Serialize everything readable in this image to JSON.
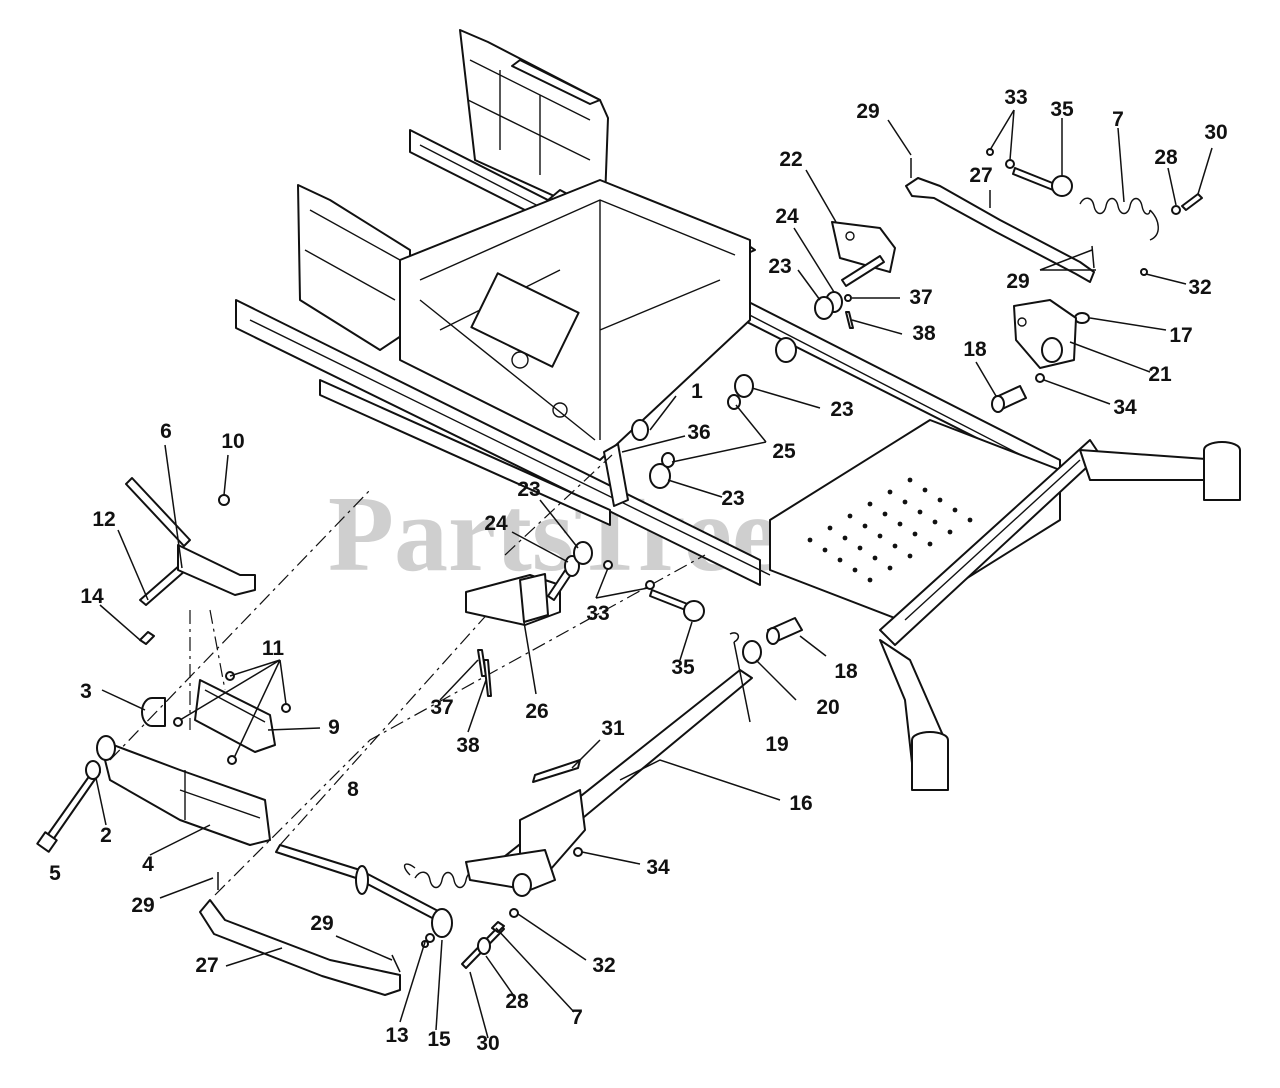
{
  "watermark": {
    "text": "PartsTree",
    "trademark": "™"
  },
  "callouts": [
    "1",
    "2",
    "3",
    "4",
    "5",
    "6",
    "7",
    "7",
    "8",
    "9",
    "10",
    "11",
    "12",
    "13",
    "14",
    "15",
    "16",
    "17",
    "18",
    "18",
    "19",
    "20",
    "21",
    "22",
    "23",
    "23",
    "23",
    "23",
    "24",
    "24",
    "25",
    "26",
    "27",
    "27",
    "28",
    "28",
    "29",
    "29",
    "29",
    "29",
    "30",
    "30",
    "31",
    "32",
    "32",
    "33",
    "33",
    "34",
    "34",
    "35",
    "35",
    "36",
    "37",
    "37",
    "38",
    "38"
  ]
}
